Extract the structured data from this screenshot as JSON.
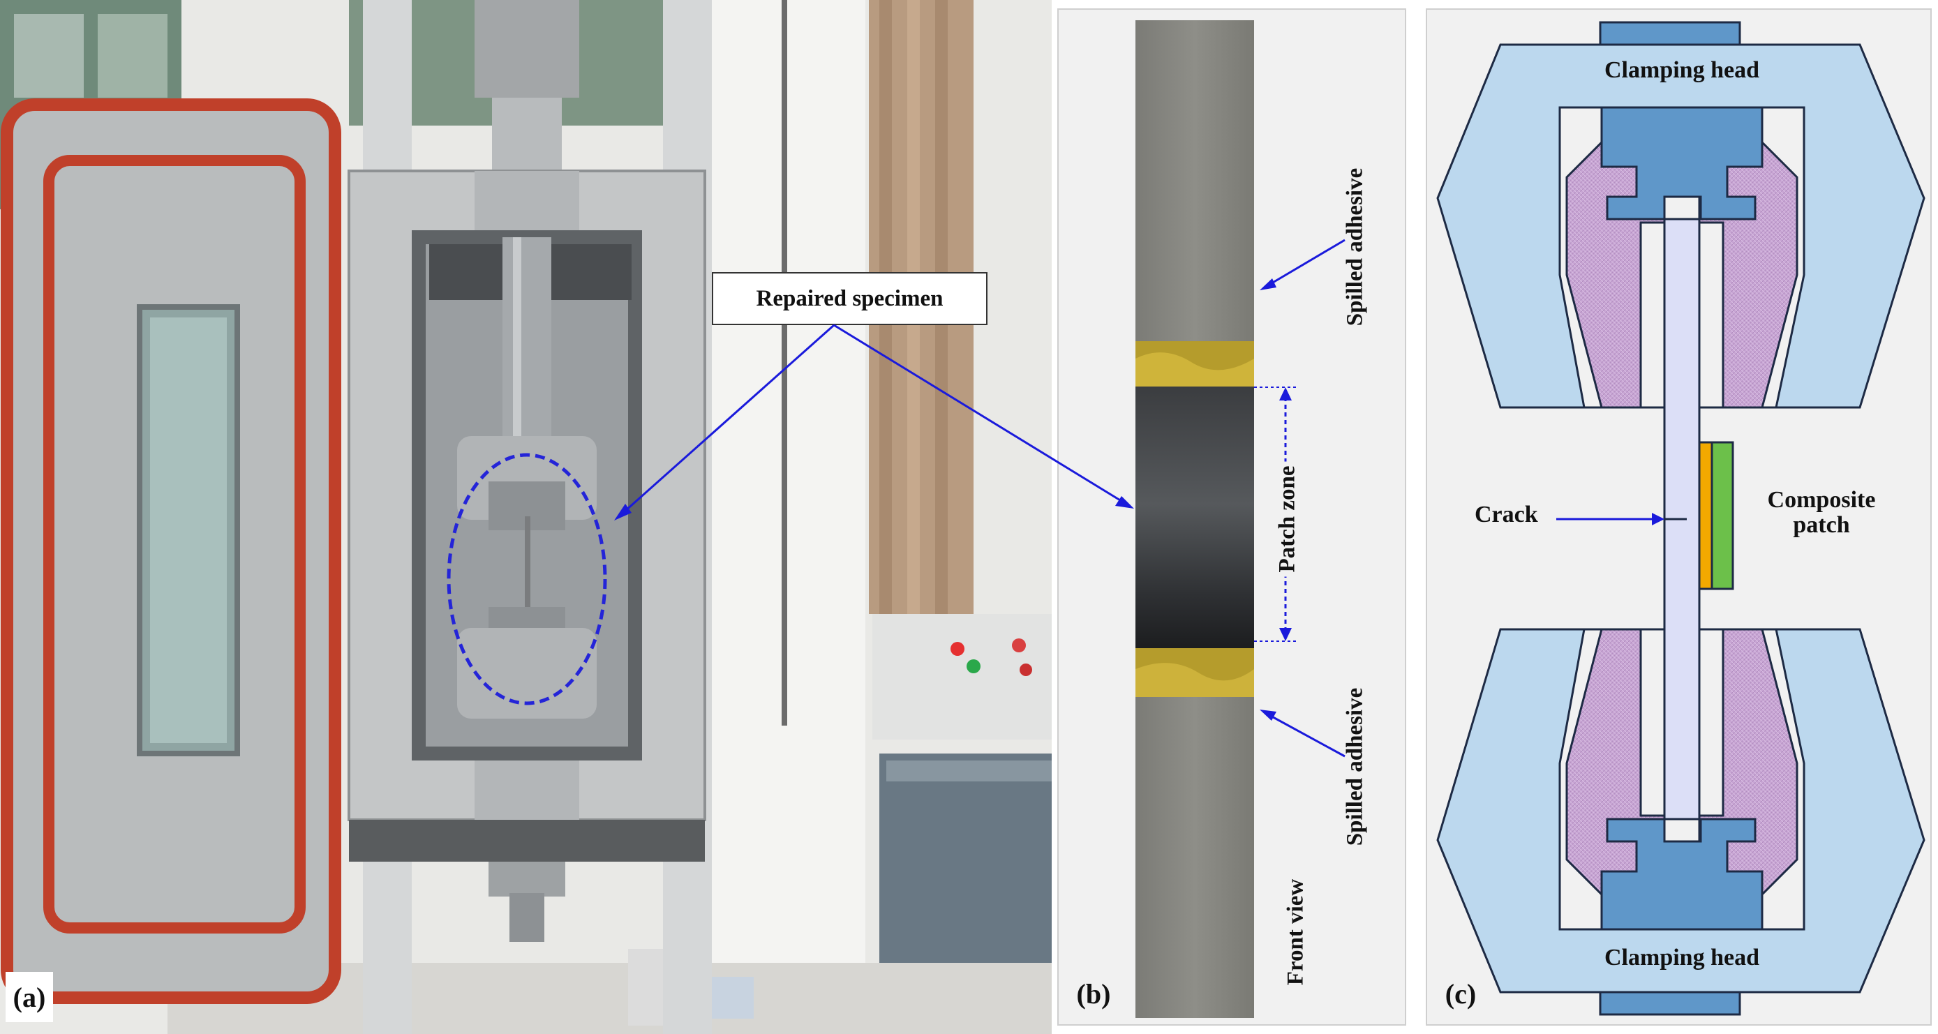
{
  "panels": {
    "a": {
      "tag": "(a)",
      "callout": "Repaired specimen"
    },
    "b": {
      "tag": "(b)",
      "spilled_top": "Spilled adhesive",
      "spilled_bottom": "Spilled adhesive",
      "patch_zone": "Patch zone",
      "view": "Front view"
    },
    "c": {
      "tag": "(c)",
      "clamp_top": "Clamping head",
      "clamp_bottom": "Clamping head",
      "crack": "Crack",
      "patch_line1": "Composite",
      "patch_line2": "patch"
    }
  },
  "colors": {
    "arrow": "#1a1adb",
    "clamp_fill": "#bcd8ee",
    "clamp_block": "#5f97c9",
    "wedge": "#c9a7d6",
    "specimen": "#dcdff7",
    "patch_orange": "#f2a900",
    "patch_green": "#6cc04a"
  }
}
